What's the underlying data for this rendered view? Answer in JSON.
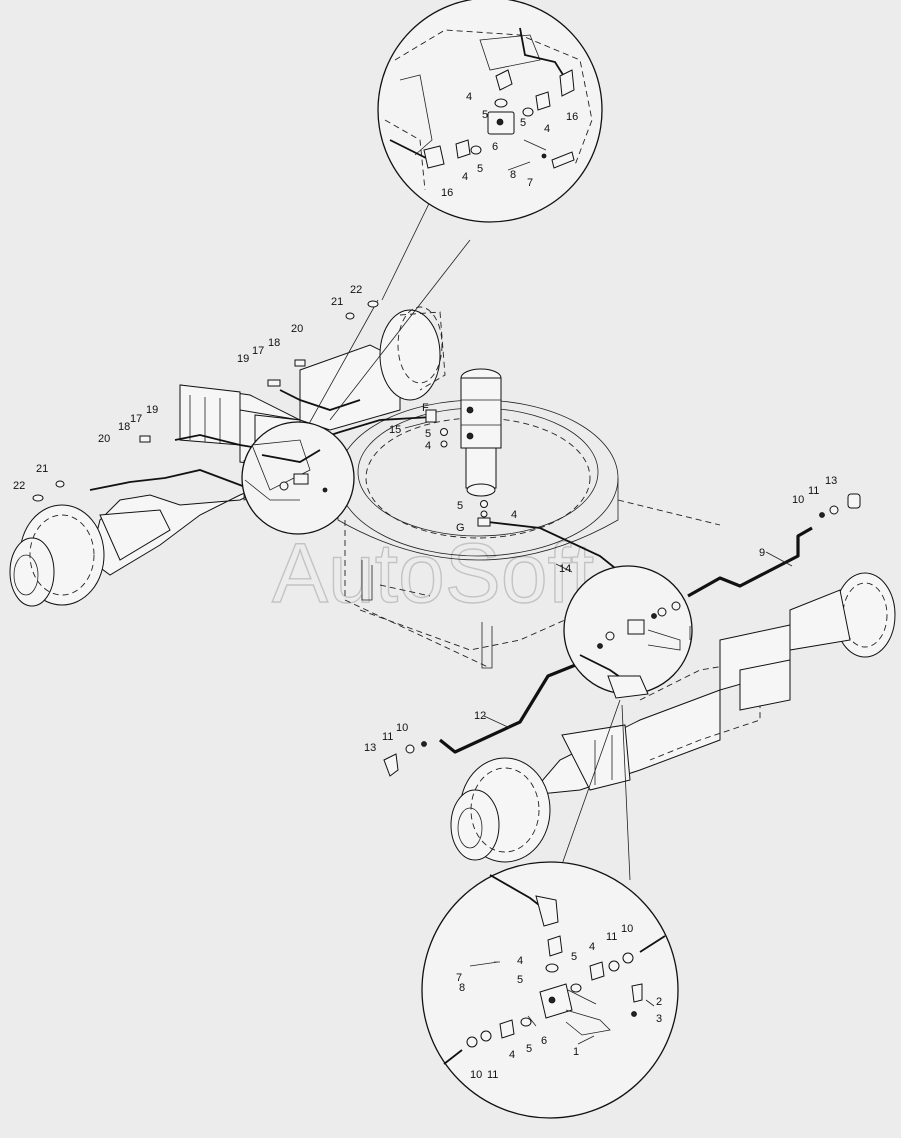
{
  "watermark": "AutoSoft",
  "part_numbers": {
    "n1": "1",
    "n2": "2",
    "n3": "3",
    "n4": "4",
    "n5": "5",
    "n6": "6",
    "n7": "7",
    "n8": "8",
    "n9": "9",
    "n10": "10",
    "n11": "11",
    "n12": "12",
    "n13": "13",
    "n14": "14",
    "n15": "15",
    "n16": "16",
    "n17": "17",
    "n18": "18",
    "n19": "19",
    "n20": "20",
    "n21": "21",
    "n22": "22"
  },
  "port_letters": {
    "F": "F",
    "G": "G"
  }
}
